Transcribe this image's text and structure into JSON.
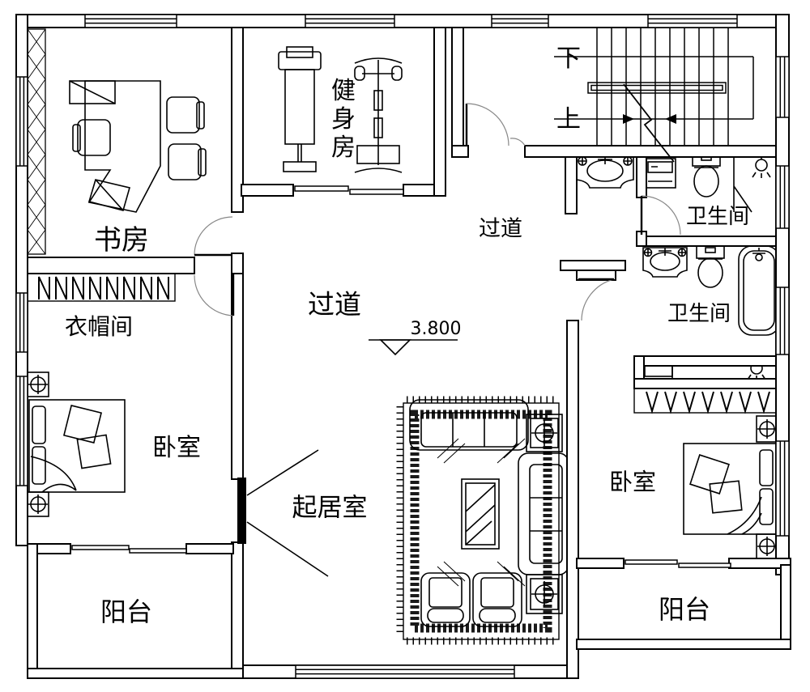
{
  "meta": {
    "drawing_type": "residential floor plan (second storey)",
    "background_color": "#ffffff",
    "line_color": "#000000"
  },
  "labels": {
    "study": "书房",
    "gym": "健身房",
    "corridor_upper": "过道",
    "corridor_main": "过道",
    "bathroom_upper": "卫生间",
    "bathroom_lower": "卫生间",
    "cloakroom": "衣帽间",
    "bedroom_left": "卧室",
    "bedroom_right": "卧室",
    "living_room": "起居室",
    "balcony_left": "阳台",
    "balcony_right": "阳台",
    "stair_down": "下",
    "stair_up": "上",
    "elevation": "3.800"
  }
}
